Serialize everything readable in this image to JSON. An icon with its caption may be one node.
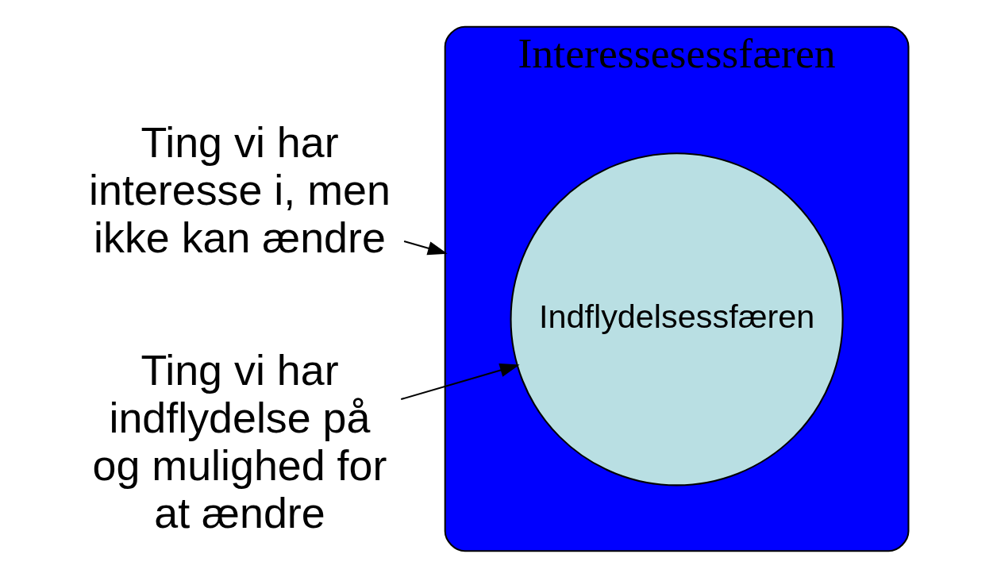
{
  "diagram": {
    "nodes": [
      {
        "text": [
          "Interessesessfæren"
        ]
      },
      {
        "text": [
          "Indflydelsessfæren"
        ],
        "in": 0
      },
      {
        "text": [
          "Ting vi har interesse i, men ikke kan ændre"
        ]
      },
      {
        "text": [
          "Ting vi har indflydelse på og mulighed for at ændre"
        ]
      }
    ],
    "edges": [
      {
        "from": 2,
        "to": 0,
        "arrow": "to"
      },
      {
        "from": 3,
        "to": 1,
        "arrow": "to"
      }
    ]
  }
}
